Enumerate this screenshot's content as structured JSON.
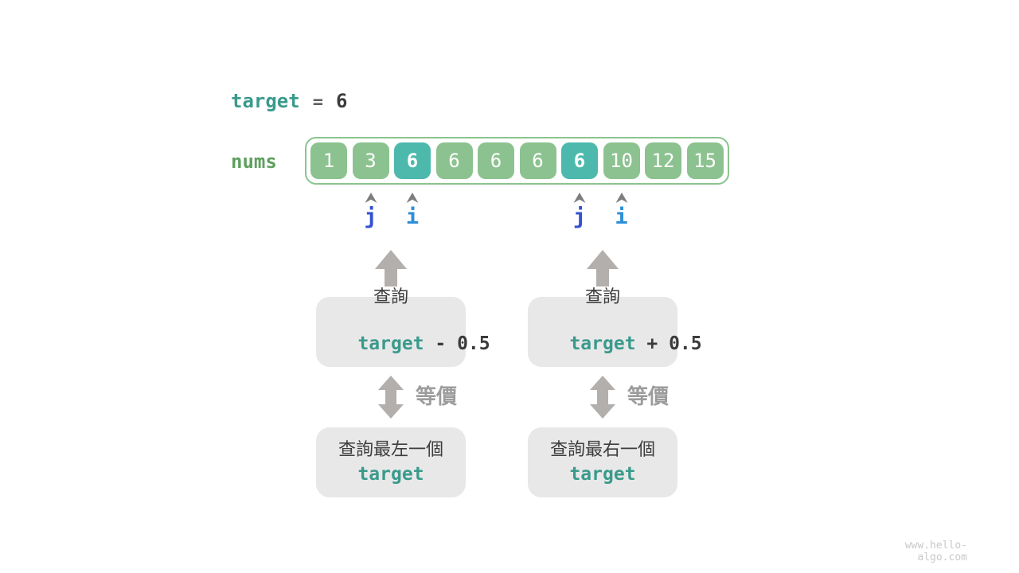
{
  "header": {
    "target_label": "target",
    "equals": "=",
    "target_value": "6"
  },
  "array": {
    "label": "nums",
    "cells": [
      {
        "value": "1",
        "highlight": false
      },
      {
        "value": "3",
        "highlight": false
      },
      {
        "value": "6",
        "highlight": true
      },
      {
        "value": "6",
        "highlight": false
      },
      {
        "value": "6",
        "highlight": false
      },
      {
        "value": "6",
        "highlight": false
      },
      {
        "value": "6",
        "highlight": true
      },
      {
        "value": "10",
        "highlight": false
      },
      {
        "value": "12",
        "highlight": false
      },
      {
        "value": "15",
        "highlight": false
      }
    ]
  },
  "pointers": [
    {
      "label": "j",
      "cell_index": 1
    },
    {
      "label": "i",
      "cell_index": 2
    },
    {
      "label": "j",
      "cell_index": 6
    },
    {
      "label": "i",
      "cell_index": 7
    }
  ],
  "flows": {
    "left": {
      "query_line1": "查詢",
      "query_code": "target",
      "query_op": " - 0.5",
      "equiv_label": "等價",
      "result_line1": "查詢最左一個",
      "result_code": "target"
    },
    "right": {
      "query_line1": "查詢",
      "query_code": "target",
      "query_op": " + 0.5",
      "equiv_label": "等價",
      "result_line1": "查詢最右一個",
      "result_code": "target"
    }
  },
  "watermark": "www.hello-algo.com",
  "colors": {
    "accent_teal_text": "#3a9a8c",
    "cell_green": "#8cc28f",
    "cell_teal_highlight": "#4db9ad",
    "array_border_green": "#8bc48e",
    "nums_label_green": "#5ea05e",
    "pointer_j_blue": "#3252cf",
    "pointer_i_blue": "#2c8ed8",
    "arrow_gray": "#b2afac",
    "caret_gray": "#7d7d7d",
    "box_background": "#e9e8e8",
    "text_dark": "#3b3b3b",
    "equiv_gray": "#9c9c9c",
    "watermark_gray": "#c9c9c9"
  }
}
